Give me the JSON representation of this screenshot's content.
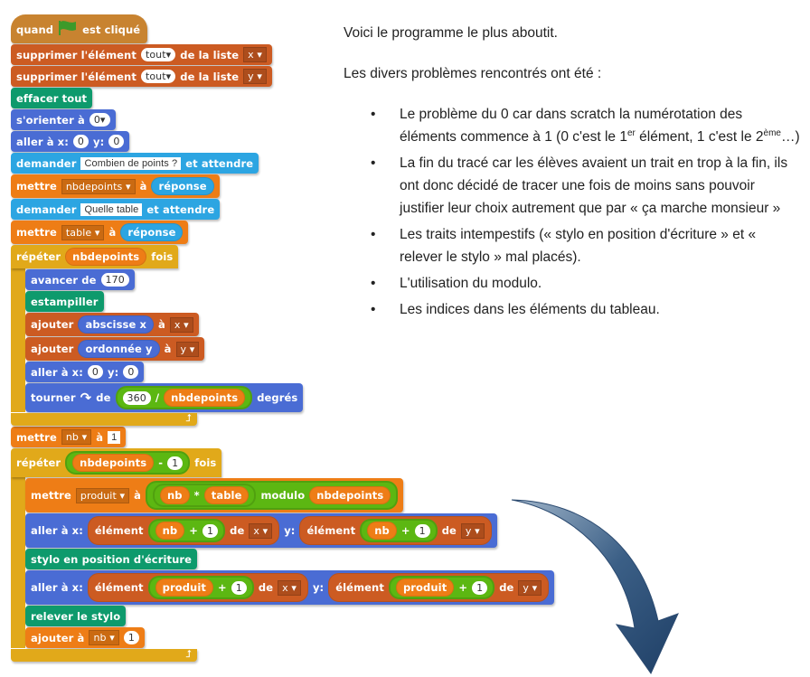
{
  "colors": {
    "events": "#C88330",
    "lists": "#CC5B22",
    "pen": "#0E9A6C",
    "motion": "#4A6CD4",
    "sensing": "#2CA5E2",
    "variables": "#EE7D16",
    "control": "#E1A91A",
    "operators": "#5CB712",
    "flag": "#3D9A2A"
  },
  "script": [
    {
      "cat": "events",
      "hat": true,
      "parts": [
        {
          "text": "quand"
        },
        {
          "icon": "green-flag"
        },
        {
          "text": "est cliqué"
        }
      ]
    },
    {
      "cat": "lists",
      "parts": [
        {
          "text": "supprimer l'élément"
        },
        {
          "ddw": "tout"
        },
        {
          "text": "de la liste"
        },
        {
          "dd": "x"
        }
      ]
    },
    {
      "cat": "lists",
      "parts": [
        {
          "text": "supprimer l'élément"
        },
        {
          "ddw": "tout"
        },
        {
          "text": "de la liste"
        },
        {
          "dd": "y"
        }
      ]
    },
    {
      "cat": "pen",
      "parts": [
        {
          "text": "effacer tout"
        }
      ]
    },
    {
      "cat": "motion",
      "parts": [
        {
          "text": "s'orienter à"
        },
        {
          "ddw": "0"
        }
      ]
    },
    {
      "cat": "motion",
      "parts": [
        {
          "text": "aller à x:"
        },
        {
          "num": "0"
        },
        {
          "text": "y:"
        },
        {
          "num": "0"
        }
      ]
    },
    {
      "cat": "sensing",
      "parts": [
        {
          "text": "demander"
        },
        {
          "str": "Combien de points ?"
        },
        {
          "text": "et attendre"
        }
      ]
    },
    {
      "cat": "variables",
      "parts": [
        {
          "text": "mettre"
        },
        {
          "dd": "nbdepoints"
        },
        {
          "text": "à"
        },
        {
          "rep": "sensing",
          "parts": [
            {
              "text": "réponse"
            }
          ]
        }
      ]
    },
    {
      "cat": "sensing",
      "parts": [
        {
          "text": "demander"
        },
        {
          "str": "Quelle table"
        },
        {
          "text": "et attendre"
        }
      ]
    },
    {
      "cat": "variables",
      "parts": [
        {
          "text": "mettre"
        },
        {
          "dd": "table"
        },
        {
          "text": "à"
        },
        {
          "rep": "sensing",
          "parts": [
            {
              "text": "réponse"
            }
          ]
        }
      ]
    },
    {
      "cat": "control",
      "parts": [
        {
          "text": "répéter"
        },
        {
          "rep": "variables",
          "parts": [
            {
              "text": "nbdepoints"
            }
          ]
        },
        {
          "text": "fois"
        }
      ],
      "children": [
        {
          "cat": "motion",
          "parts": [
            {
              "text": "avancer de"
            },
            {
              "num": "170"
            }
          ]
        },
        {
          "cat": "pen",
          "parts": [
            {
              "text": "estampiller"
            }
          ]
        },
        {
          "cat": "lists",
          "parts": [
            {
              "text": "ajouter"
            },
            {
              "rep": "motion",
              "parts": [
                {
                  "text": "abscisse x"
                }
              ]
            },
            {
              "text": "à"
            },
            {
              "dd": "x"
            }
          ]
        },
        {
          "cat": "lists",
          "parts": [
            {
              "text": "ajouter"
            },
            {
              "rep": "motion",
              "parts": [
                {
                  "text": "ordonnée y"
                }
              ]
            },
            {
              "text": "à"
            },
            {
              "dd": "y"
            }
          ]
        },
        {
          "cat": "motion",
          "parts": [
            {
              "text": "aller à x:"
            },
            {
              "num": "0"
            },
            {
              "text": "y:"
            },
            {
              "num": "0"
            }
          ]
        },
        {
          "cat": "motion",
          "parts": [
            {
              "text": "tourner"
            },
            {
              "icon": "turn-right"
            },
            {
              "text": "de"
            },
            {
              "rep": "operators",
              "parts": [
                {
                  "num": "360"
                },
                {
                  "text": "/"
                },
                {
                  "rep": "variables",
                  "parts": [
                    {
                      "text": "nbdepoints"
                    }
                  ]
                }
              ]
            },
            {
              "text": "degrés"
            }
          ]
        }
      ]
    },
    {
      "cat": "variables",
      "parts": [
        {
          "text": "mettre"
        },
        {
          "dd": "nb"
        },
        {
          "text": "à"
        },
        {
          "str": "1"
        }
      ]
    },
    {
      "cat": "control",
      "parts": [
        {
          "text": "répéter"
        },
        {
          "rep": "operators",
          "parts": [
            {
              "rep": "variables",
              "parts": [
                {
                  "text": "nbdepoints"
                }
              ]
            },
            {
              "text": "-"
            },
            {
              "num": "1"
            }
          ]
        },
        {
          "text": "fois"
        }
      ],
      "children": [
        {
          "cat": "variables",
          "parts": [
            {
              "text": "mettre"
            },
            {
              "dd": "produit"
            },
            {
              "text": "à"
            },
            {
              "rep": "operators",
              "parts": [
                {
                  "rep": "operators",
                  "parts": [
                    {
                      "rep": "variables",
                      "parts": [
                        {
                          "text": "nb"
                        }
                      ]
                    },
                    {
                      "text": "*"
                    },
                    {
                      "rep": "variables",
                      "parts": [
                        {
                          "text": "table"
                        }
                      ]
                    }
                  ]
                },
                {
                  "text": "modulo"
                },
                {
                  "rep": "variables",
                  "parts": [
                    {
                      "text": "nbdepoints"
                    }
                  ]
                }
              ]
            }
          ]
        },
        {
          "cat": "motion",
          "parts": [
            {
              "text": "aller à x:"
            },
            {
              "rep": "lists",
              "parts": [
                {
                  "text": "élément"
                },
                {
                  "rep": "operators",
                  "parts": [
                    {
                      "rep": "variables",
                      "parts": [
                        {
                          "text": "nb"
                        }
                      ]
                    },
                    {
                      "text": "+"
                    },
                    {
                      "num": "1"
                    }
                  ]
                },
                {
                  "text": "de"
                },
                {
                  "dd": "x"
                }
              ]
            },
            {
              "text": "y:"
            },
            {
              "rep": "lists",
              "parts": [
                {
                  "text": "élément"
                },
                {
                  "rep": "operators",
                  "parts": [
                    {
                      "rep": "variables",
                      "parts": [
                        {
                          "text": "nb"
                        }
                      ]
                    },
                    {
                      "text": "+"
                    },
                    {
                      "num": "1"
                    }
                  ]
                },
                {
                  "text": "de"
                },
                {
                  "dd": "y"
                }
              ]
            }
          ]
        },
        {
          "cat": "pen",
          "parts": [
            {
              "text": "stylo en position d'écriture"
            }
          ]
        },
        {
          "cat": "motion",
          "parts": [
            {
              "text": "aller à x:"
            },
            {
              "rep": "lists",
              "parts": [
                {
                  "text": "élément"
                },
                {
                  "rep": "operators",
                  "parts": [
                    {
                      "rep": "variables",
                      "parts": [
                        {
                          "text": "produit"
                        }
                      ]
                    },
                    {
                      "text": "+"
                    },
                    {
                      "num": "1"
                    }
                  ]
                },
                {
                  "text": "de"
                },
                {
                  "dd": "x"
                }
              ]
            },
            {
              "text": "y:"
            },
            {
              "rep": "lists",
              "parts": [
                {
                  "text": "élément"
                },
                {
                  "rep": "operators",
                  "parts": [
                    {
                      "rep": "variables",
                      "parts": [
                        {
                          "text": "produit"
                        }
                      ]
                    },
                    {
                      "text": "+"
                    },
                    {
                      "num": "1"
                    }
                  ]
                },
                {
                  "text": "de"
                },
                {
                  "dd": "y"
                }
              ]
            }
          ]
        },
        {
          "cat": "pen",
          "parts": [
            {
              "text": "relever le stylo"
            }
          ]
        },
        {
          "cat": "variables",
          "parts": [
            {
              "text": "ajouter à"
            },
            {
              "dd": "nb"
            },
            {
              "num": "1"
            }
          ]
        }
      ]
    }
  ],
  "doc": {
    "intro": "Voici le programme le plus aboutit.",
    "problems_heading": "Les divers problèmes rencontrés ont été :",
    "bullet": "•",
    "item1_a": "Le problème du 0 car dans scratch la numérotation des éléments commence à 1 (0 c'est le 1",
    "item1_sup1": "er",
    "item1_b": " élément, 1 c'est le 2",
    "item1_sup2": "ème",
    "item1_c": "…)",
    "item2": "La fin du tracé car les élèves avaient un trait en trop à la fin, ils ont donc décidé de tracer une fois de moins sans pouvoir justifier leur choix autrement que par « ça marche monsieur »",
    "item3": "Les traits intempestifs (« stylo en position d'écriture » et « relever le stylo » mal placés).",
    "item4": "L'utilisation du modulo.",
    "item5": "Les indices dans les éléments du tableau."
  }
}
